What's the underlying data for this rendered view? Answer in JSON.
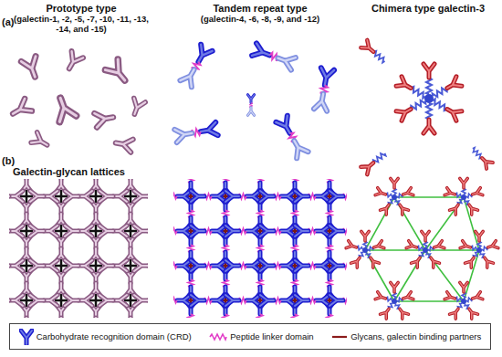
{
  "diagram": {
    "labels": [
      "(a)",
      "Prototype type",
      "(galectin-1, -2, -5, -7, -10, -11, -13, -14, and -15)",
      "Tandem repeat type",
      "(galectin-4, -6, -8, -9, and -12)",
      "Chimera type galectin-3",
      "(b)",
      "Galectin-glycan lattices"
    ],
    "legend": [
      {
        "text": "Carbohydrate recognition domain (CRD)"
      },
      {
        "text": "Peptide linker domain"
      },
      {
        "text": "Glycans, galectin binding partners"
      }
    ]
  }
}
